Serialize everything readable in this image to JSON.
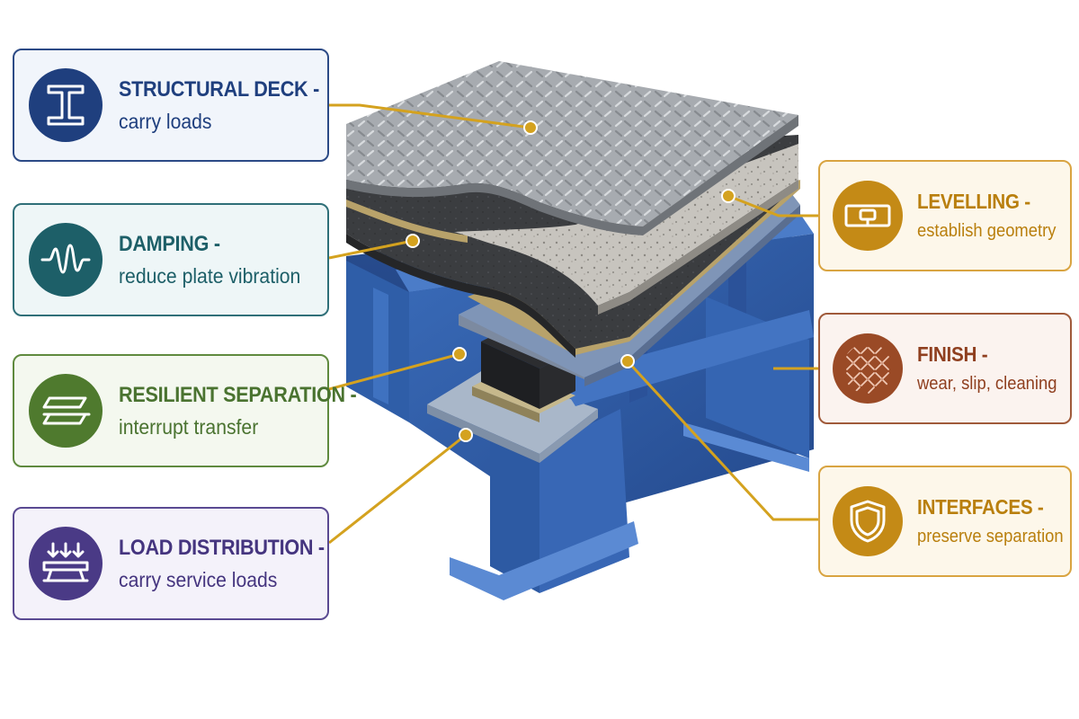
{
  "colors": {
    "leader": "#d4a21f",
    "steel_blue": "#2f5ea8",
    "steel_blue_dark": "#1e3f7c",
    "tread_plate": "#a9adb2",
    "mortar": "#c9c6c0",
    "damping_layer": "#3a3c3e",
    "brass_strip": "#b8a26a"
  },
  "callouts": {
    "structural": {
      "title": "STRUCTURAL DECK -",
      "sub": "carry loads",
      "icon": "i-beam-icon"
    },
    "damping": {
      "title": "DAMPING -",
      "sub": "reduce plate vibration",
      "icon": "wave-icon"
    },
    "resilient": {
      "title": "RESILIENT SEPARATION -",
      "sub": "interrupt transfer",
      "icon": "layered-sheets-icon"
    },
    "load": {
      "title": "LOAD DISTRIBUTION -",
      "sub": "carry service loads",
      "icon": "load-arrows-icon"
    },
    "levelling": {
      "title": "LEVELLING -",
      "sub": "establish geometry",
      "icon": "spirit-level-icon"
    },
    "finish": {
      "title": "FINISH -",
      "sub": "wear, slip, cleaning",
      "icon": "tread-pattern-icon"
    },
    "interfaces": {
      "title": "INTERFACES -",
      "sub": "preserve separation",
      "icon": "shield-icon"
    }
  }
}
